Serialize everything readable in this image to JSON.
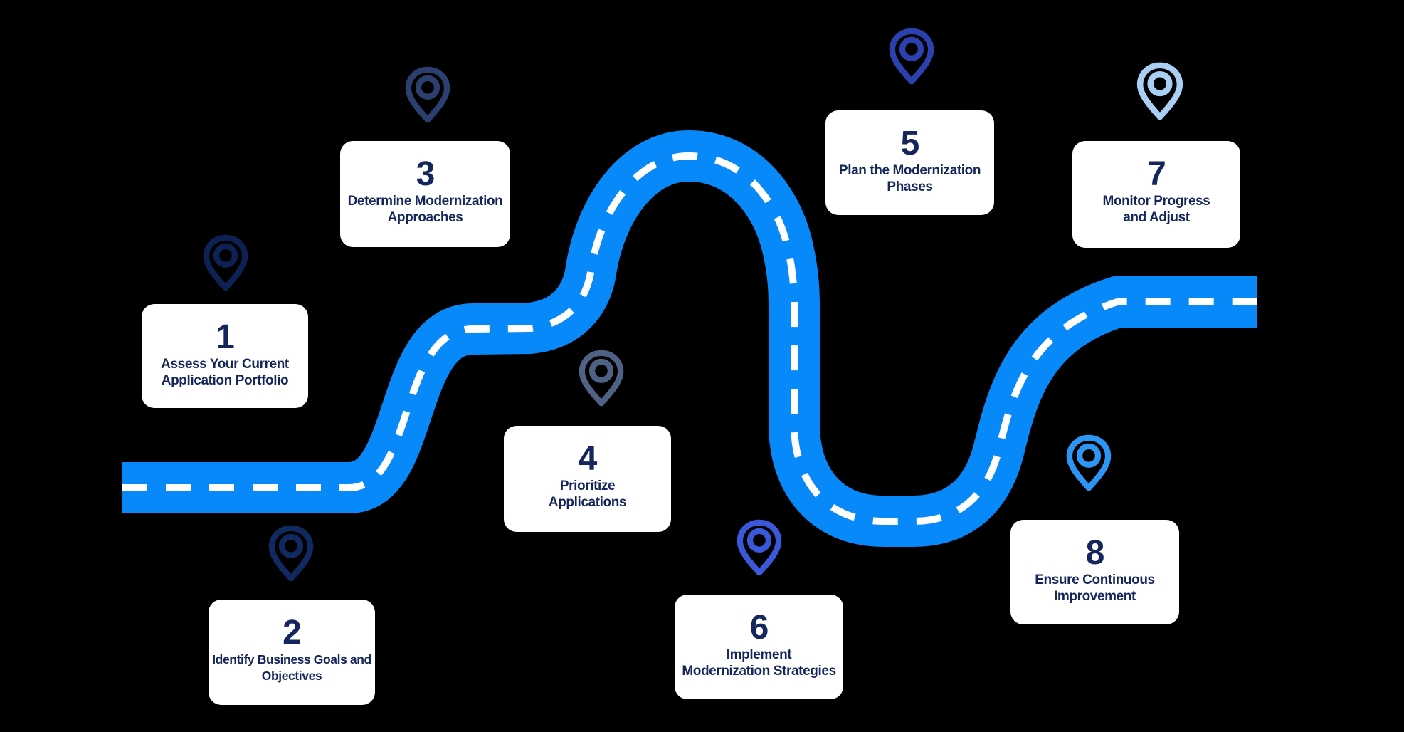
{
  "background_color": "#000000",
  "road": {
    "color": "#0789FA",
    "dash_color": "#FFFFFF"
  },
  "card": {
    "background_color": "#FFFFFF",
    "text_color": "#14265C"
  },
  "steps": [
    {
      "number": "1",
      "label_lines": [
        "Assess Your Current",
        "Application Portfolio"
      ],
      "pin_color": "#0D2154"
    },
    {
      "number": "2",
      "label_lines": [
        "Identify Business Goals and",
        "Objectives"
      ],
      "pin_color": "#112961"
    },
    {
      "number": "3",
      "label_lines": [
        "Determine Modernization",
        "Approaches"
      ],
      "pin_color": "#2B4070"
    },
    {
      "number": "4",
      "label_lines": [
        "Prioritize",
        "Applications"
      ],
      "pin_color": "#4F6184"
    },
    {
      "number": "5",
      "label_lines": [
        "Plan the Modernization",
        "Phases"
      ],
      "pin_color": "#2B41AF"
    },
    {
      "number": "6",
      "label_lines": [
        "Implement",
        "Modernization Strategies"
      ],
      "pin_color": "#3B58DA"
    },
    {
      "number": "7",
      "label_lines": [
        "Monitor Progress",
        "and Adjust"
      ],
      "pin_color": "#A9CFF5"
    },
    {
      "number": "8",
      "label_lines": [
        "Ensure Continuous",
        "Improvement"
      ],
      "pin_color": "#2D95F4"
    }
  ]
}
